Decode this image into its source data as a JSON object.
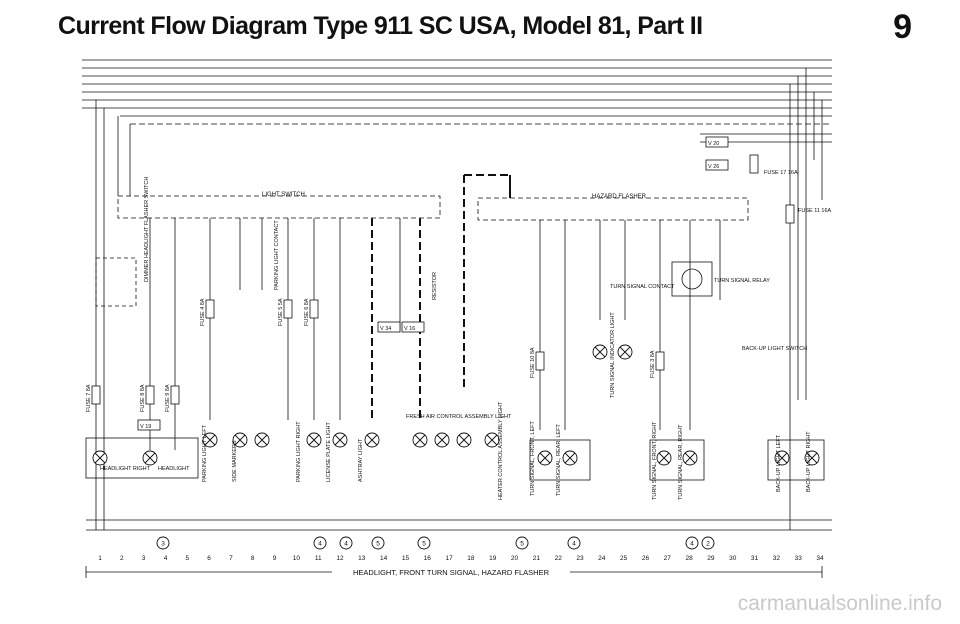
{
  "header": {
    "title": "Current Flow Diagram Type 911 SC USA, Model 81, Part II",
    "page_number": "9"
  },
  "diagram": {
    "switch_labels": {
      "light_switch": "LIGHT SWITCH",
      "hazard_flasher": "HAZARD FLASHER",
      "turn_signal_contact": "TURN SIGNAL CONTACT",
      "turn_signal_relay": "TURN SIGNAL RELAY",
      "backup_light_switch": "BACK-UP LIGHT SWITCH",
      "dimmer_switch": "DIMMER HEADLIGHT FLASHER SWITCH",
      "parking_light_contact": "PARKING LIGHT CONTACT",
      "resistor": "RESISTOR",
      "fresh_air_control": "FRESH AIR CONTROL ASSEMBLY LIGHT"
    },
    "fuses": [
      {
        "id": "fuse-7",
        "label": "FUSE 7  8A"
      },
      {
        "id": "fuse-8",
        "label": "FUSE 8  8A"
      },
      {
        "id": "fuse-9",
        "label": "FUSE 9  8A"
      },
      {
        "id": "fuse-4",
        "label": "FUSE 4  8A"
      },
      {
        "id": "fuse-5",
        "label": "FUSE 5  5A"
      },
      {
        "id": "fuse-6",
        "label": "FUSE 6  8A"
      },
      {
        "id": "fuse-10",
        "label": "FUSE 10  8A"
      },
      {
        "id": "fuse-3",
        "label": "FUSE 3  8A"
      },
      {
        "id": "fuse-17",
        "label": "FUSE 17  16A"
      },
      {
        "id": "fuse-11",
        "label": "FUSE 11  16A"
      }
    ],
    "lamps": [
      {
        "id": "headlight-right",
        "label": "HEADLIGHT RIGHT"
      },
      {
        "id": "headlight-left",
        "label": "HEADLIGHT"
      },
      {
        "id": "parking-light-left",
        "label": "PARKING LIGHT LEFT"
      },
      {
        "id": "side-markers",
        "label": "SIDE MARKERS"
      },
      {
        "id": "parking-light-right",
        "label": "PARKING LIGHT RIGHT"
      },
      {
        "id": "license-plate-light",
        "label": "LICENSE PLATE LIGHT"
      },
      {
        "id": "ashtray-light",
        "label": "ASHTRAY LIGHT"
      },
      {
        "id": "heater-control-light",
        "label": "HEATER CONTROL ASSEMBLY LIGHT"
      },
      {
        "id": "turn-signal-front-left",
        "label": "TURN SIGNAL, FRONT, LEFT"
      },
      {
        "id": "turn-signal-rear-left",
        "label": "TURN SIGNAL, REAR, LEFT"
      },
      {
        "id": "turn-signal-indicator",
        "label": "TURN SIGNAL INDICATOR LIGHT"
      },
      {
        "id": "turn-signal-front-right",
        "label": "TURN SIGNAL, FRONT, RIGHT"
      },
      {
        "id": "turn-signal-rear-right",
        "label": "TURN SIGNAL, REAR, RIGHT"
      },
      {
        "id": "backup-light-left",
        "label": "BACK-UP LIGHT LEFT"
      },
      {
        "id": "backup-light-right",
        "label": "BACK-UP LIGHT RIGHT"
      }
    ],
    "connectors": [
      {
        "id": "v19",
        "label": "V 19"
      },
      {
        "id": "v34",
        "label": "V 34"
      },
      {
        "id": "v16",
        "label": "V 16"
      },
      {
        "id": "v20",
        "label": "V 20"
      },
      {
        "id": "v26",
        "label": "V 26"
      }
    ],
    "ground_points": [
      "3",
      "4",
      "4",
      "5",
      "5",
      "5",
      "4",
      "4",
      "2"
    ],
    "track_numbers": [
      "1",
      "2",
      "3",
      "4",
      "5",
      "6",
      "7",
      "8",
      "9",
      "10",
      "11",
      "12",
      "13",
      "14",
      "15",
      "16",
      "17",
      "18",
      "19",
      "20",
      "21",
      "22",
      "23",
      "24",
      "25",
      "26",
      "27",
      "28",
      "29",
      "30",
      "31",
      "32",
      "33",
      "34"
    ],
    "caption": "HEADLIGHT, FRONT TURN SIGNAL, HAZARD FLASHER"
  },
  "watermark": "carmanualsonline.info"
}
